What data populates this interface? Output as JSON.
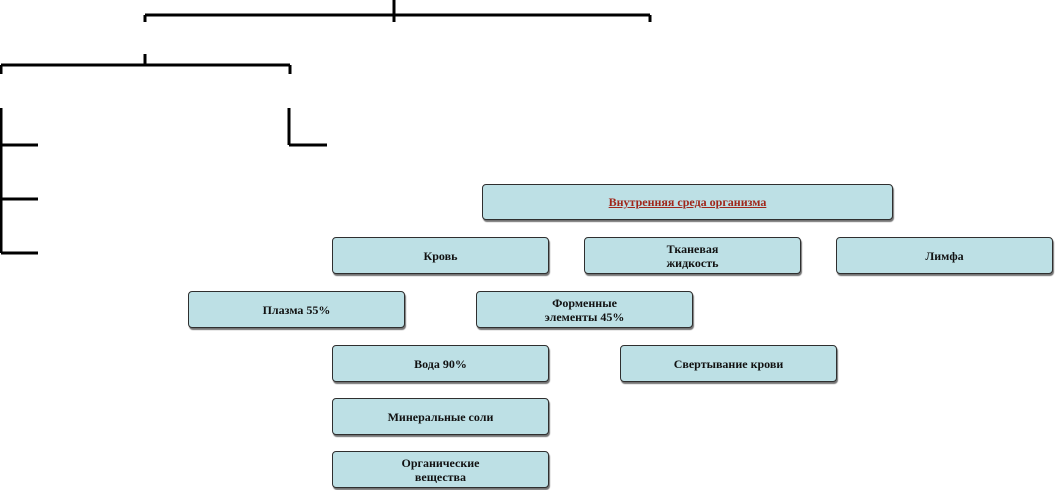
{
  "diagram": {
    "nodes": {
      "root": "Внутренняя среда организма",
      "blood": "Кровь",
      "tissue_fluid": "Тканевая\nжидкость",
      "lymph": "Лимфа",
      "plasma": "Плазма 55%",
      "formed_elements": "Форменные\nэлементы 45%",
      "water": "Вода 90%",
      "clotting": "Свертывание крови",
      "mineral_salts": "Минеральные соли",
      "organic_substances": "Органические\nвещества"
    },
    "colors": {
      "node_fill": "#bde0e5",
      "node_border": "#2f2f2f",
      "title_text": "#a0261a",
      "connector": "#000000"
    }
  }
}
